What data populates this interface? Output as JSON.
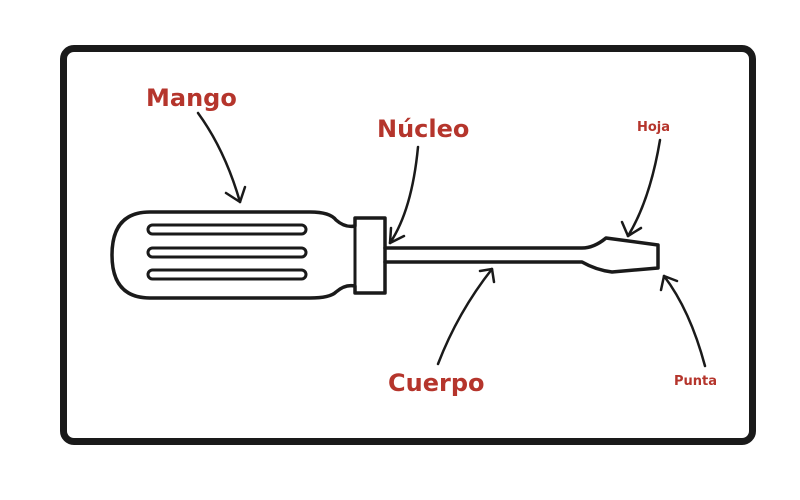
{
  "labels": {
    "mango": "Mango",
    "nucleo": "Núcleo",
    "hoja": "Hoja",
    "cuerpo": "Cuerpo",
    "punta": "Punta"
  },
  "colors": {
    "label": "#b5352c",
    "stroke": "#1a1a1a",
    "background": "#ffffff"
  }
}
